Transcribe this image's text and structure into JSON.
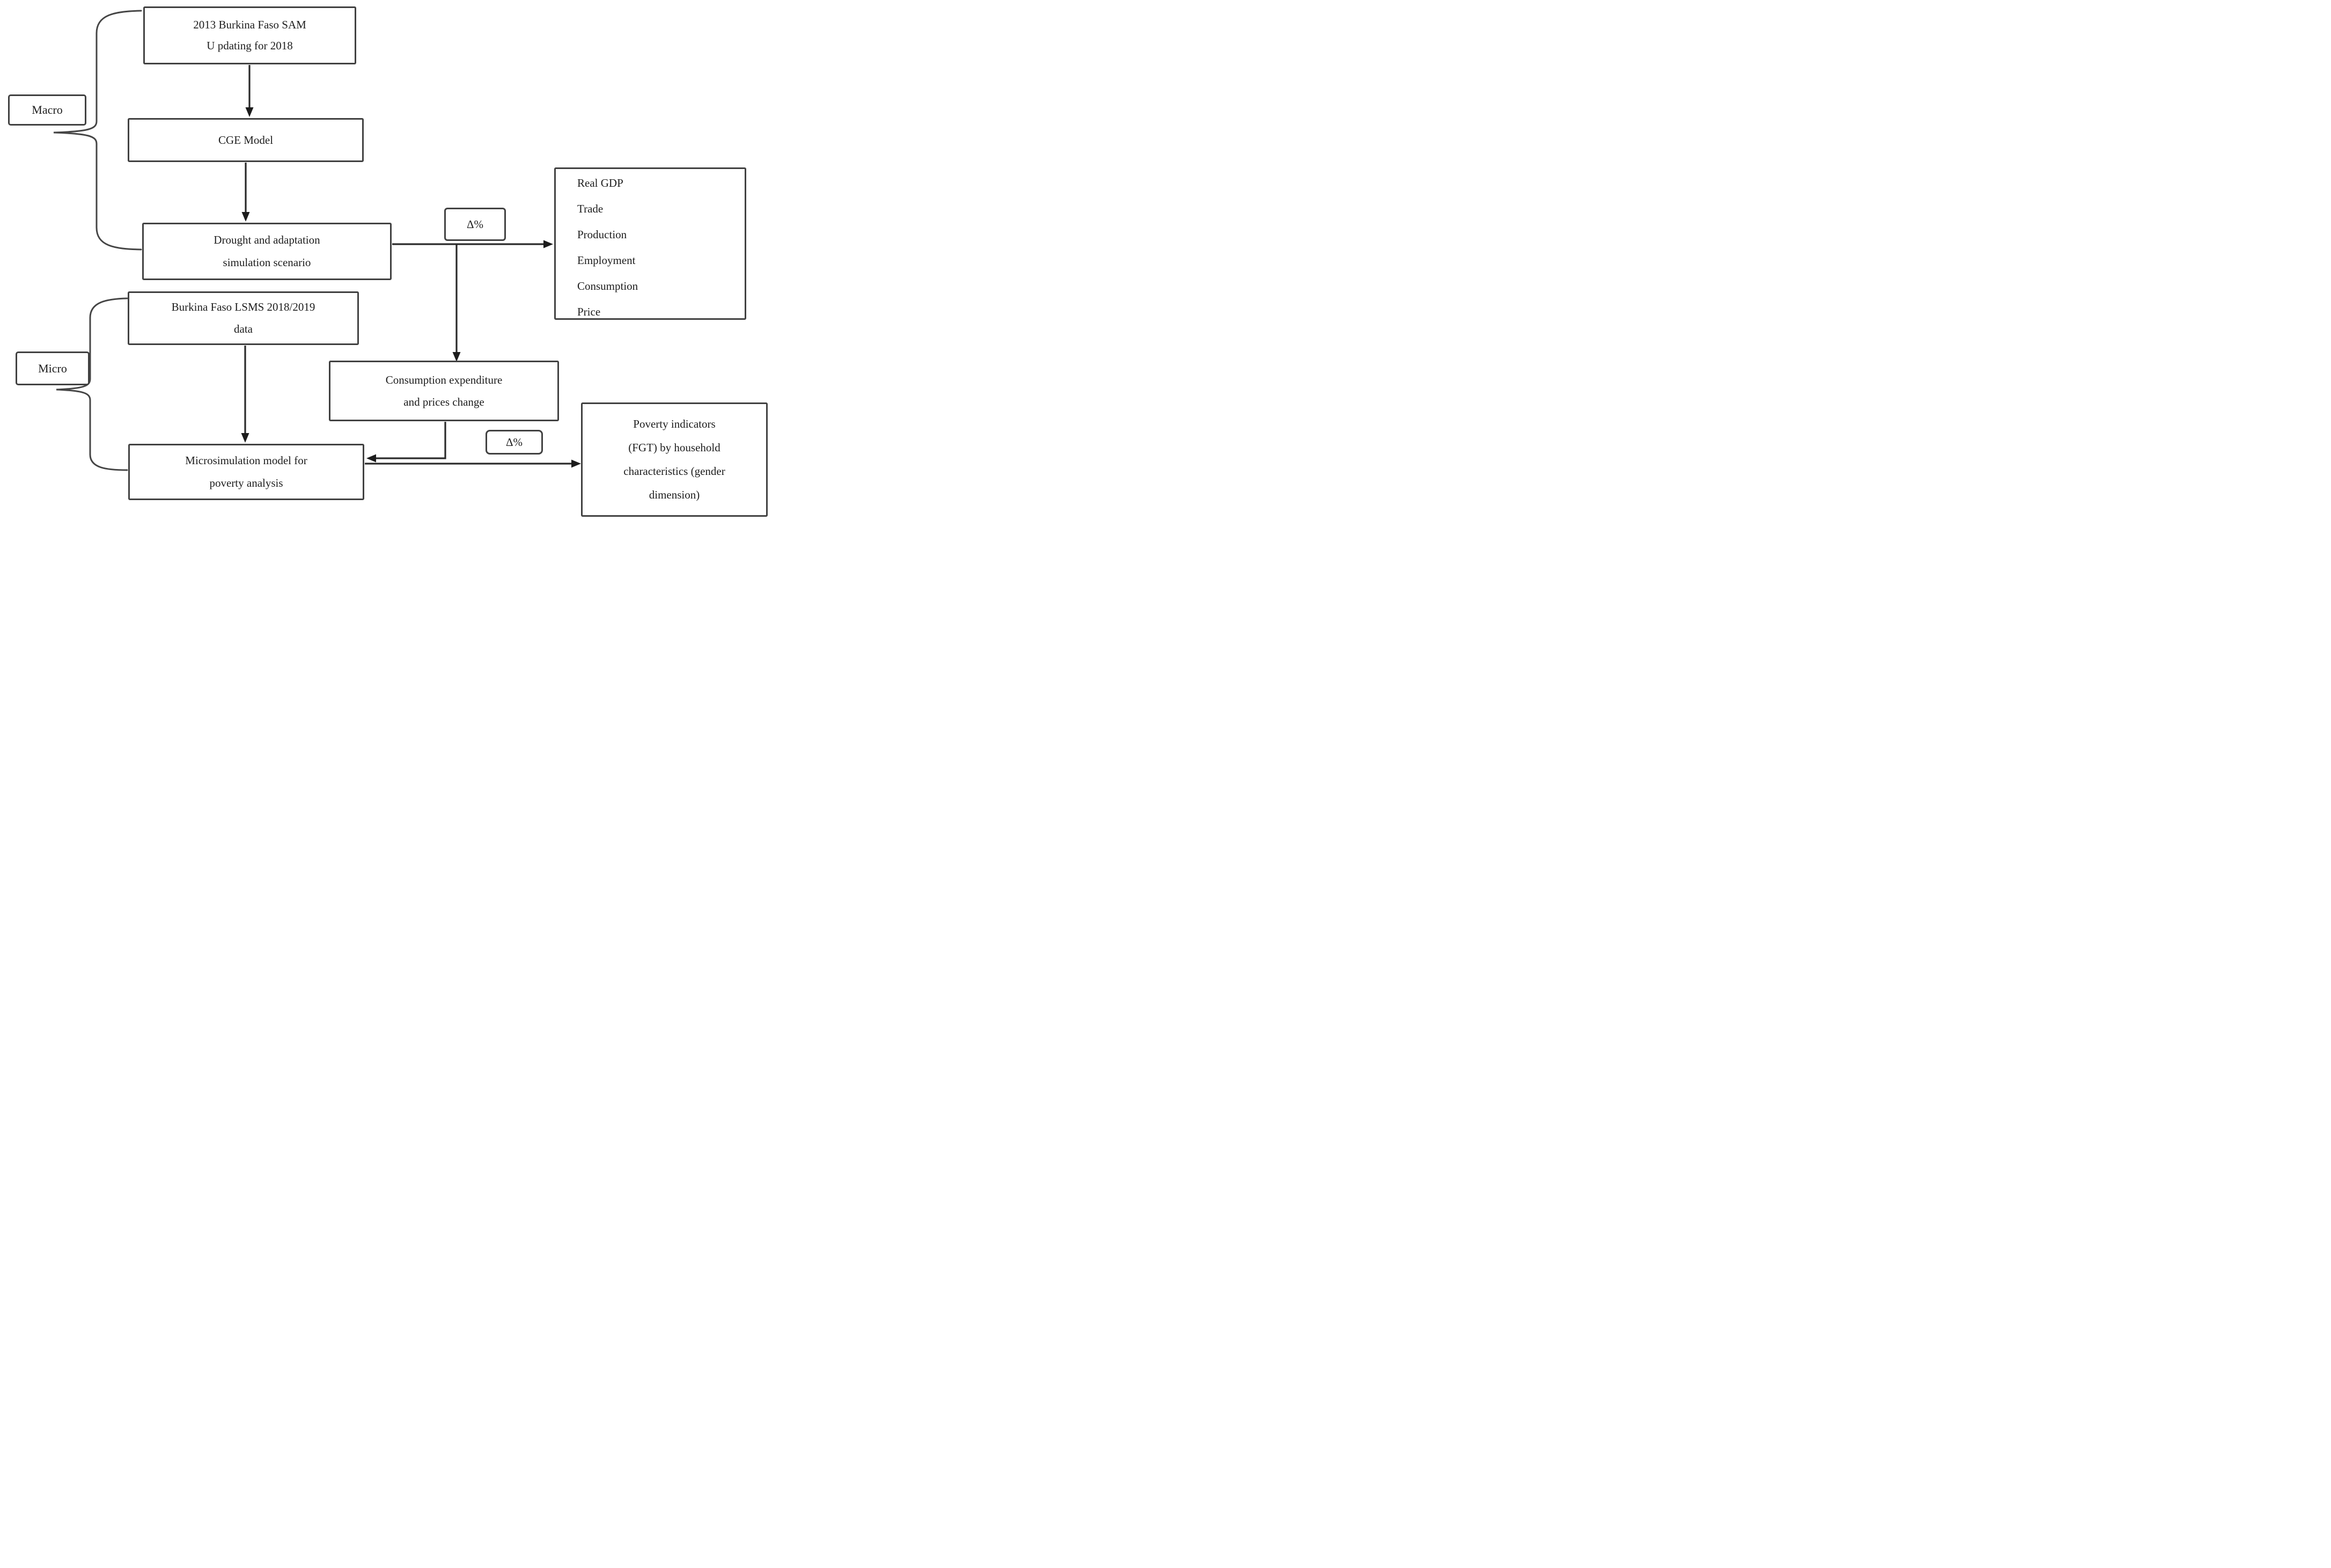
{
  "diagram": {
    "title": "Macro-micro simulation framework flowchart",
    "background_color": "#ffffff",
    "ink_color": "#2a2a2a",
    "groups": {
      "macro_label": "Macro",
      "micro_label": "Micro"
    },
    "boxes": {
      "sam": {
        "lines": [
          "2013 Burkina Faso SAM",
          "U pdating for 2018"
        ]
      },
      "cge": {
        "lines": [
          "CGE Model"
        ]
      },
      "drought": {
        "lines": [
          "Drought and adaptation",
          "simulation scenario"
        ]
      },
      "delta_top": {
        "label": "Δ%"
      },
      "real_gdp": {
        "lines": [
          "Real GDP",
          "Trade",
          "Production",
          "Employment",
          "Consumption",
          "Price"
        ]
      },
      "lsms": {
        "lines": [
          "Burkina Faso LSMS 2018/2019",
          "data"
        ]
      },
      "consumption": {
        "lines": [
          "Consumption expenditure",
          "and prices change"
        ]
      },
      "delta_bottom": {
        "label": "Δ%"
      },
      "microsim": {
        "lines": [
          "Microsimulation model for",
          "poverty analysis"
        ]
      },
      "poverty": {
        "lines": [
          "Poverty indicators",
          "(FGT) by household",
          "characteristics (gender",
          "dimension)"
        ]
      }
    }
  }
}
